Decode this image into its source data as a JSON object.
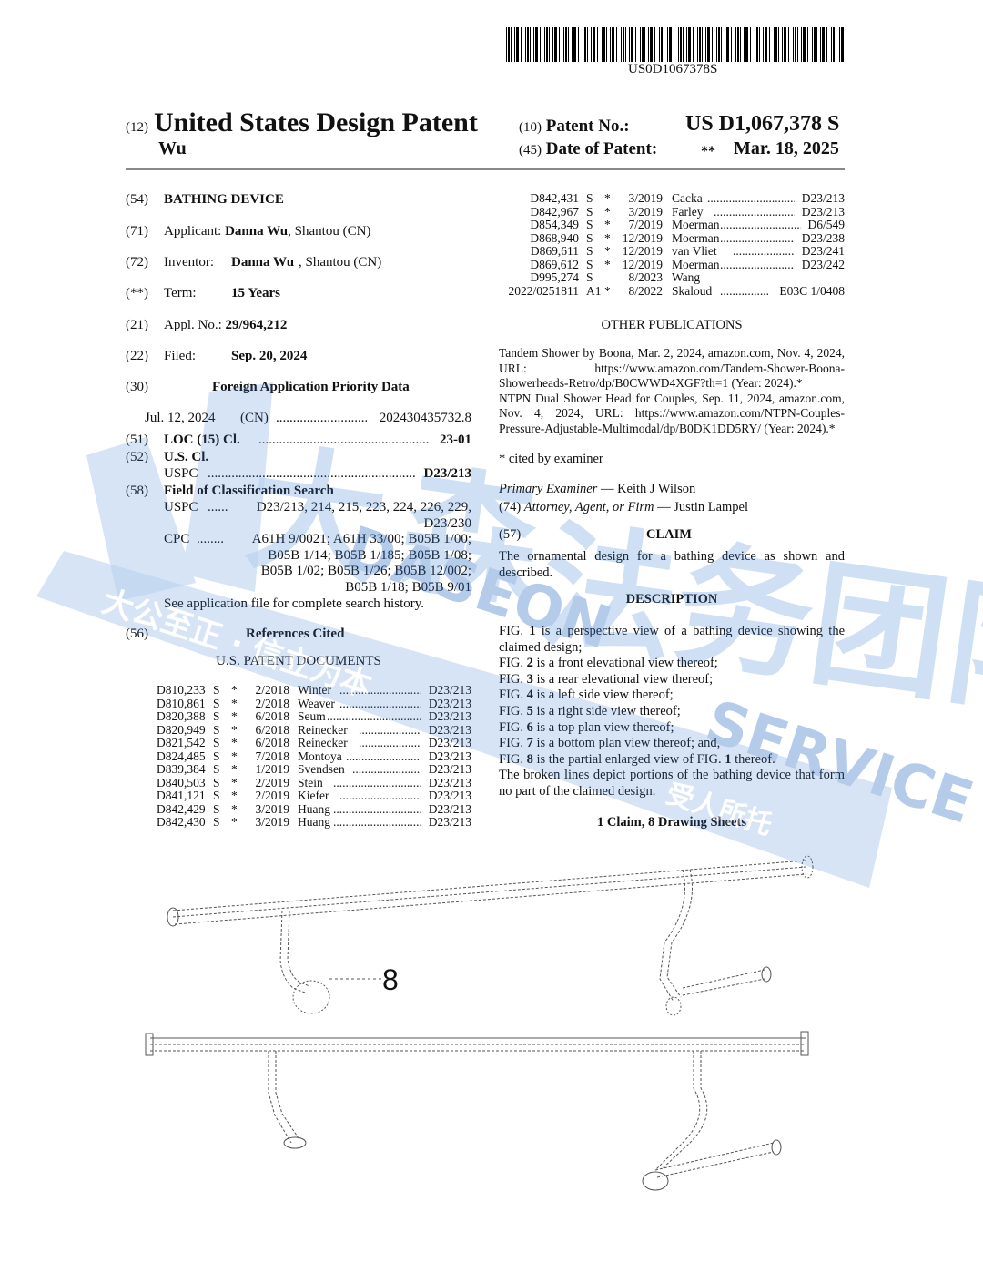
{
  "header": {
    "barcode_text": "US0D1067378S",
    "doc_code": "(12)",
    "doc_type": "United States Design Patent",
    "inventor_surname": "Wu",
    "patent_no_code": "(10)",
    "patent_no_label": "Patent No.:",
    "patent_no": "US D1,067,378 S",
    "date_code": "(45)",
    "date_label": "Date of Patent:",
    "date_marker": "**",
    "date": "Mar. 18, 2025"
  },
  "left": {
    "title": {
      "code": "(54)",
      "value": "BATHING DEVICE"
    },
    "applicant": {
      "code": "(71)",
      "label": "Applicant:",
      "name": "Danna Wu",
      "place": ", Shantou (CN)"
    },
    "inventor": {
      "code": "(72)",
      "label": "Inventor:",
      "name": "Danna Wu",
      "place": ", Shantou (CN)"
    },
    "term": {
      "code": "(**)",
      "label": "Term:",
      "value": "15 Years"
    },
    "appl": {
      "code": "(21)",
      "label": "Appl. No.:",
      "value": "29/964,212"
    },
    "filed": {
      "code": "(22)",
      "label": "Filed:",
      "value": "Sep. 20, 2024"
    },
    "priority": {
      "code": "(30)",
      "heading": "Foreign Application Priority Data",
      "date": "Jul. 12, 2024",
      "country": "(CN)",
      "number": "202430435732.8"
    },
    "loc": {
      "code": "(51)",
      "label": "LOC (15) Cl.",
      "value": "23-01"
    },
    "uscl": {
      "code": "(52)",
      "label": "U.S. Cl.",
      "sub": "USPC",
      "value": "D23/213"
    },
    "field_search": {
      "code": "(58)",
      "heading": "Field of Classification Search",
      "uspc_label": "USPC",
      "uspc_lines": [
        "D23/213, 214, 215, 223, 224, 226, 229,",
        "D23/230"
      ],
      "cpc_label": "CPC",
      "cpc_lines": [
        "A61H 9/0021; A61H 33/00; B05B 1/00;",
        "B05B 1/14; B05B 1/185; B05B 1/08;",
        "B05B 1/02; B05B 1/26; B05B 12/002;",
        "B05B 1/18; B05B 9/01"
      ],
      "note": "See application file for complete search history."
    },
    "refs": {
      "code": "(56)",
      "heading": "References Cited",
      "subheading": "U.S. PATENT DOCUMENTS",
      "rows": [
        [
          "D810,233",
          "S",
          "*",
          "2/2018",
          "Winter",
          "D23/213"
        ],
        [
          "D810,861",
          "S",
          "*",
          "2/2018",
          "Weaver",
          "D23/213"
        ],
        [
          "D820,388",
          "S",
          "*",
          "6/2018",
          "Seum",
          "D23/213"
        ],
        [
          "D820,949",
          "S",
          "*",
          "6/2018",
          "Reinecker",
          "D23/213"
        ],
        [
          "D821,542",
          "S",
          "*",
          "6/2018",
          "Reinecker",
          "D23/213"
        ],
        [
          "D824,485",
          "S",
          "*",
          "7/2018",
          "Montoya",
          "D23/213"
        ],
        [
          "D839,384",
          "S",
          "*",
          "1/2019",
          "Svendsen",
          "D23/213"
        ],
        [
          "D840,503",
          "S",
          "*",
          "2/2019",
          "Stein",
          "D23/213"
        ],
        [
          "D841,121",
          "S",
          "*",
          "2/2019",
          "Kiefer",
          "D23/213"
        ],
        [
          "D842,429",
          "S",
          "*",
          "3/2019",
          "Huang",
          "D23/213"
        ],
        [
          "D842,430",
          "S",
          "*",
          "3/2019",
          "Huang",
          "D23/213"
        ]
      ]
    }
  },
  "right": {
    "refs_rows": [
      [
        "D842,431",
        "S",
        "*",
        "3/2019",
        "Cacka",
        "D23/213"
      ],
      [
        "D842,967",
        "S",
        "*",
        "3/2019",
        "Farley",
        "D23/213"
      ],
      [
        "D854,349",
        "S",
        "*",
        "7/2019",
        "Moerman",
        "D6/549"
      ],
      [
        "D868,940",
        "S",
        "*",
        "12/2019",
        "Moerman",
        "D23/238"
      ],
      [
        "D869,611",
        "S",
        "*",
        "12/2019",
        "van Vliet",
        "D23/241"
      ],
      [
        "D869,612",
        "S",
        "*",
        "12/2019",
        "Moerman",
        "D23/242"
      ],
      [
        "D995,274",
        "S",
        "",
        "8/2023",
        "Wang",
        ""
      ],
      [
        "2022/0251811",
        "A1",
        "*",
        "8/2022",
        "Skaloud",
        "E03C 1/0408"
      ]
    ],
    "other_pubs_heading": "OTHER PUBLICATIONS",
    "other_pubs": [
      "Tandem Shower by Boona, Mar. 2, 2024, amazon.com, Nov. 4, 2024, URL: https://www.amazon.com/Tandem-Shower-Boona-Showerheads-Retro/dp/B0CWWD4XGF?th=1 (Year: 2024).*",
      "NTPN Dual Shower Head for Couples, Sep. 11, 2024, amazon.com, Nov. 4, 2024, URL: https://www.amazon.com/NTPN-Couples-Pressure-Adjustable-Multimodal/dp/B0DK1DD5RY/ (Year: 2024).*"
    ],
    "cited_note": "* cited by examiner",
    "examiner_label": "Primary Examiner",
    "examiner": "— Keith J Wilson",
    "attorney_code": "(74)",
    "attorney_label": "Attorney, Agent, or Firm",
    "attorney": "— Justin Lampel",
    "claim_code": "(57)",
    "claim_heading": "CLAIM",
    "claim_text": "The ornamental design for a bathing device as shown and described.",
    "description_heading": "DESCRIPTION",
    "description": [
      "FIG. 1 is a perspective view of a bathing device showing the claimed design;",
      "FIG. 2 is a front elevational view thereof;",
      "FIG. 3 is a rear elevational view thereof;",
      "FIG. 4 is a left side view thereof;",
      "FIG. 5 is a right side view thereof;",
      "FIG. 6 is a top plan view thereof;",
      "FIG. 7 is a bottom plan view thereof; and,",
      "FIG. 8 is the partial enlarged view of FIG. 1 thereof.",
      "The broken lines depict portions of the bathing device that form no part of the claimed design."
    ],
    "summary": "1 Claim, 8 Drawing Sheets"
  },
  "drawing": {
    "callout": "8"
  },
  "watermark": {
    "brand": "DASEON",
    "service": "SERVICE",
    "motto": "大公至正 · 信立为本",
    "chinese": "法务团队",
    "slogan": "受人所托"
  },
  "colors": {
    "watermark": "#3d7fd0",
    "text": "#111111",
    "rule": "#888888"
  }
}
